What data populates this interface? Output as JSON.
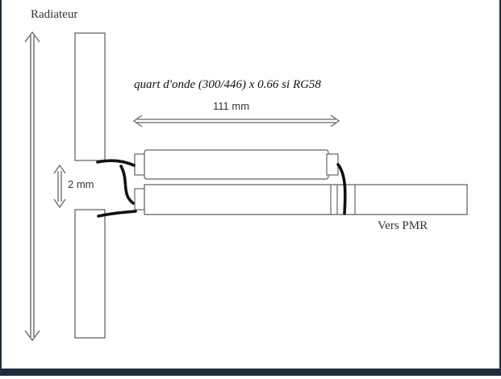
{
  "diagram": {
    "label_radiator": "Radiateur",
    "label_quarter_wave": "quart d'onde (300/446) x 0.66 si RG58",
    "label_length": "111 mm",
    "label_gap": "2 mm",
    "label_to_pmr": "Vers PMR"
  },
  "colors": {
    "frame": "#1f2d3a",
    "line": "#555555",
    "wire": "#111111"
  }
}
